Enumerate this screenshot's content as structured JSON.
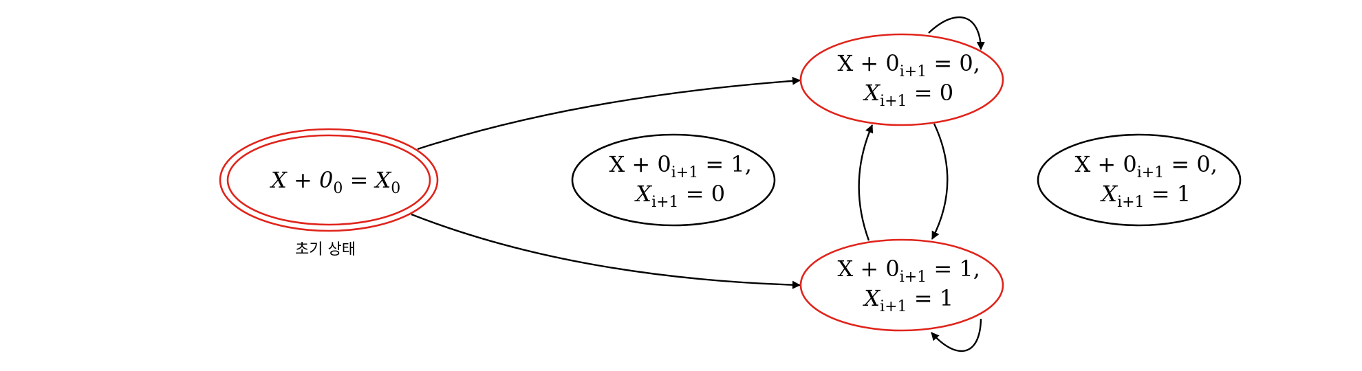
{
  "colors": {
    "highlight": "#e0241b",
    "line": "#000000",
    "background": "#ffffff"
  },
  "initial_state": {
    "lhs": "X + 0",
    "lhs_sub": "0",
    "eq": " = ",
    "rhs": "X",
    "rhs_sub": "0",
    "caption": "초기 상태"
  },
  "states": {
    "s00": {
      "line1_pre": "X + 0",
      "line1_sub": "i+1",
      "line1_post": " = 0,",
      "line2_pre": "X",
      "line2_sub": "i+1",
      "line2_post": " = 0"
    },
    "s11": {
      "line1_pre": "X + 0",
      "line1_sub": "i+1",
      "line1_post": " = 1,",
      "line2_pre": "X",
      "line2_sub": "i+1",
      "line2_post": " = 1"
    },
    "s10": {
      "line1_pre": "X + 0",
      "line1_sub": "i+1",
      "line1_post": " = 1,",
      "line2_pre": "X",
      "line2_sub": "i+1",
      "line2_post": " = 0"
    },
    "s01": {
      "line1_pre": "X + 0",
      "line1_sub": "i+1",
      "line1_post": " = 0,",
      "line2_pre": "X",
      "line2_sub": "i+1",
      "line2_post": " = 1"
    }
  }
}
